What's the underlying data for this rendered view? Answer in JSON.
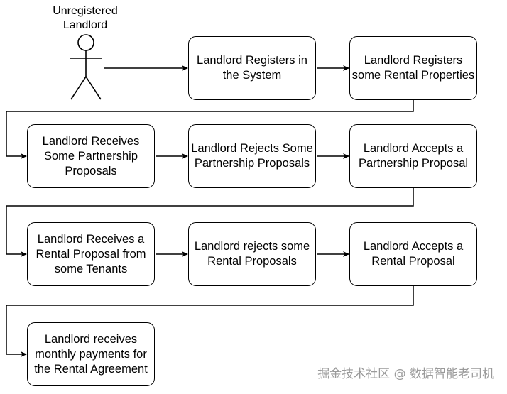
{
  "actor": {
    "label_line1": "Unregistered",
    "label_line2": "Landlord"
  },
  "steps": [
    {
      "label": "Landlord Registers in the System"
    },
    {
      "label": "Landlord Registers some Rental Properties"
    },
    {
      "label": "Landlord Receives Some Partnership Proposals"
    },
    {
      "label": "Landlord Rejects Some Partnership Proposals"
    },
    {
      "label": "Landlord Accepts a Partnership Proposal"
    },
    {
      "label": "Landlord Receives a Rental Proposal from some Tenants"
    },
    {
      "label": "Landlord rejects some Rental Proposals"
    },
    {
      "label": "Landlord Accepts a Rental Proposal"
    },
    {
      "label": "Landlord receives monthly payments for the Rental Agreement"
    }
  ],
  "watermark": "掘金技术社区 @ 数据智能老司机"
}
